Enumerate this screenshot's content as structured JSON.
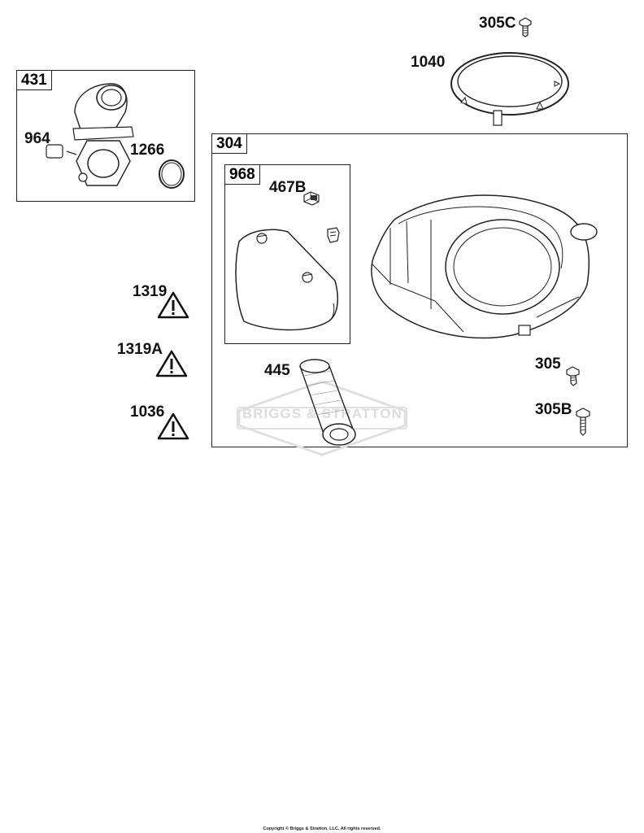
{
  "groups": {
    "g431": "431",
    "g304": "304",
    "g968": "968"
  },
  "parts": {
    "p305C": "305C",
    "p1040": "1040",
    "p964": "964",
    "p1266": "1266",
    "p467B": "467B",
    "p1319": "1319",
    "p1319A": "1319A",
    "p1036": "1036",
    "p445": "445",
    "p305": "305",
    "p305B": "305B"
  },
  "warning_icons": [
    "warning-triangle-icon",
    "warning-triangle-icon",
    "warning-triangle-icon"
  ],
  "watermark": {
    "text": "BRIGGS & STRATTON",
    "color": "#d9d9d9"
  },
  "copyright": "Copyright © Briggs & Stratton, LLC. All rights reserved."
}
